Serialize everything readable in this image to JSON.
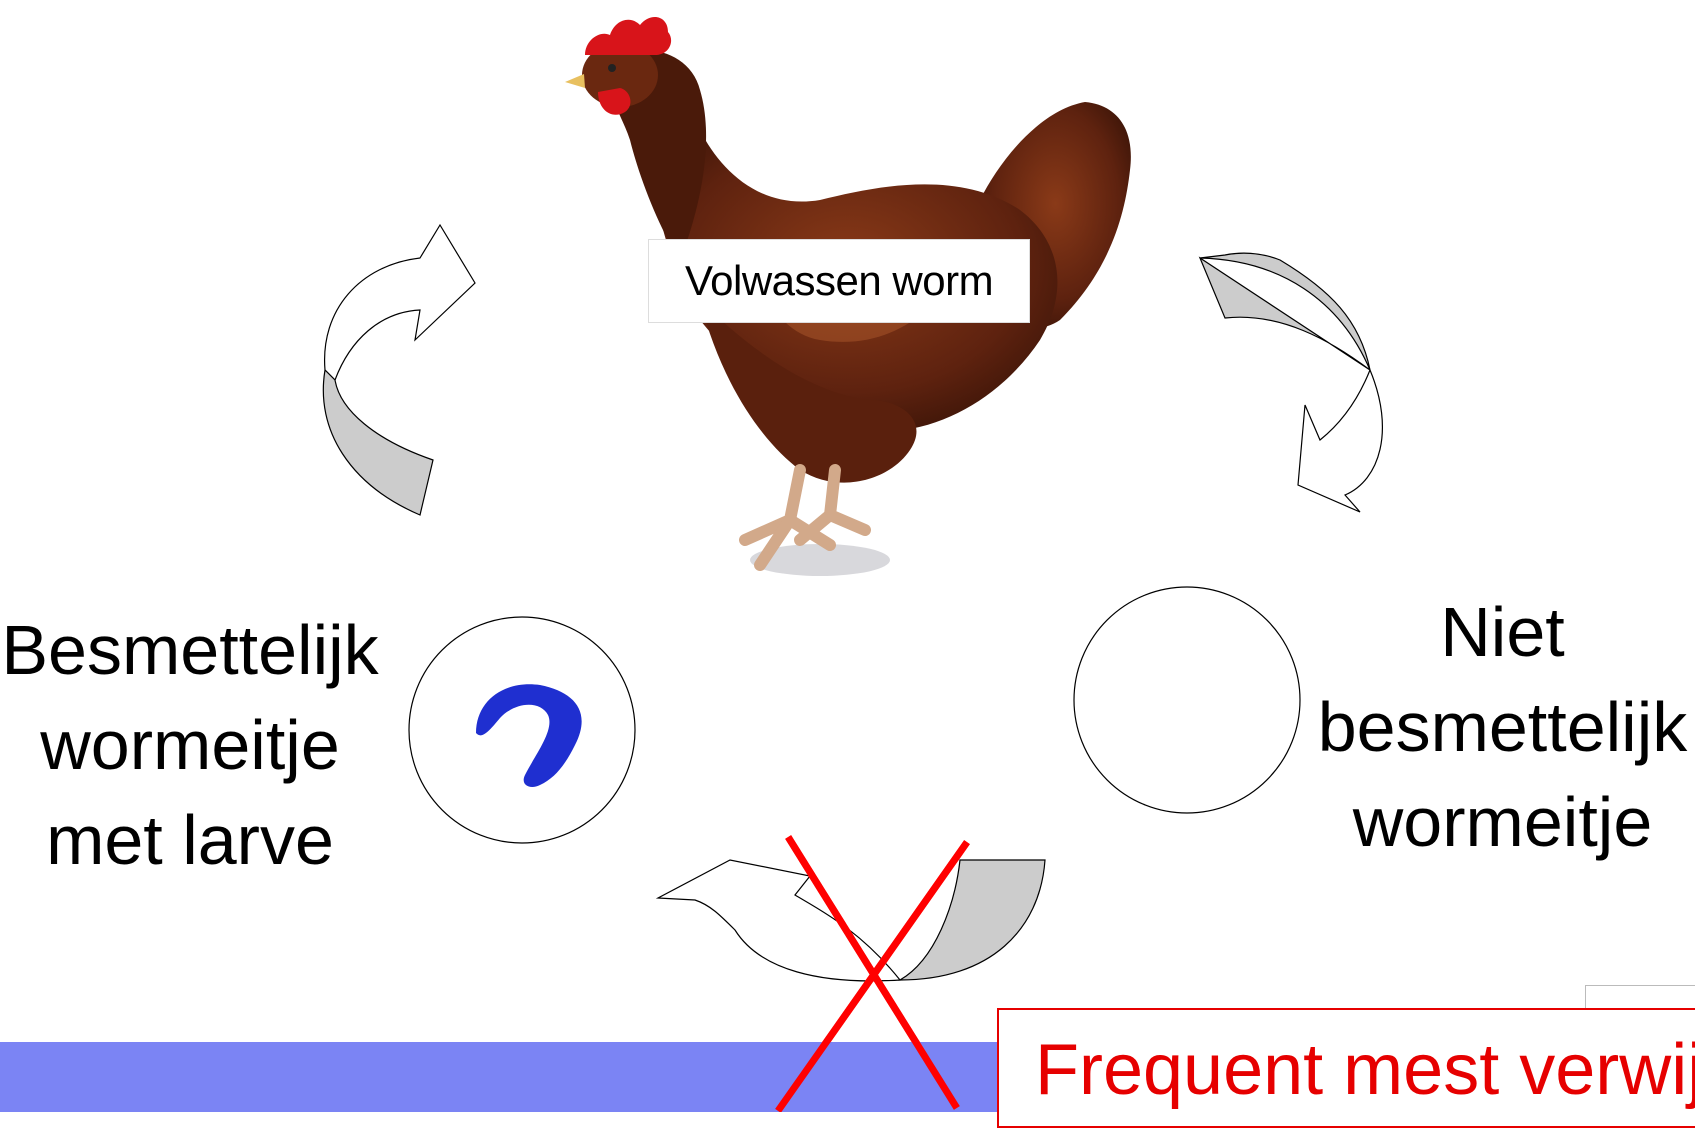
{
  "labels": {
    "adult_worm": "Volwassen worm",
    "infective_egg_lines": [
      "Besmettelijk",
      "wormeitje",
      "met larve"
    ],
    "noninfective_egg_lines": [
      "Niet",
      "besmettelijk",
      "wormeitje"
    ],
    "callout": "Frequent mest verwijderen"
  },
  "colors": {
    "bar": "#7b84f4",
    "callout_text": "#e60000",
    "cross": "#ff0000",
    "larva": "#1f2fd0",
    "arrow_fill": "#cccccc",
    "hen_body": "#6b2a12"
  }
}
